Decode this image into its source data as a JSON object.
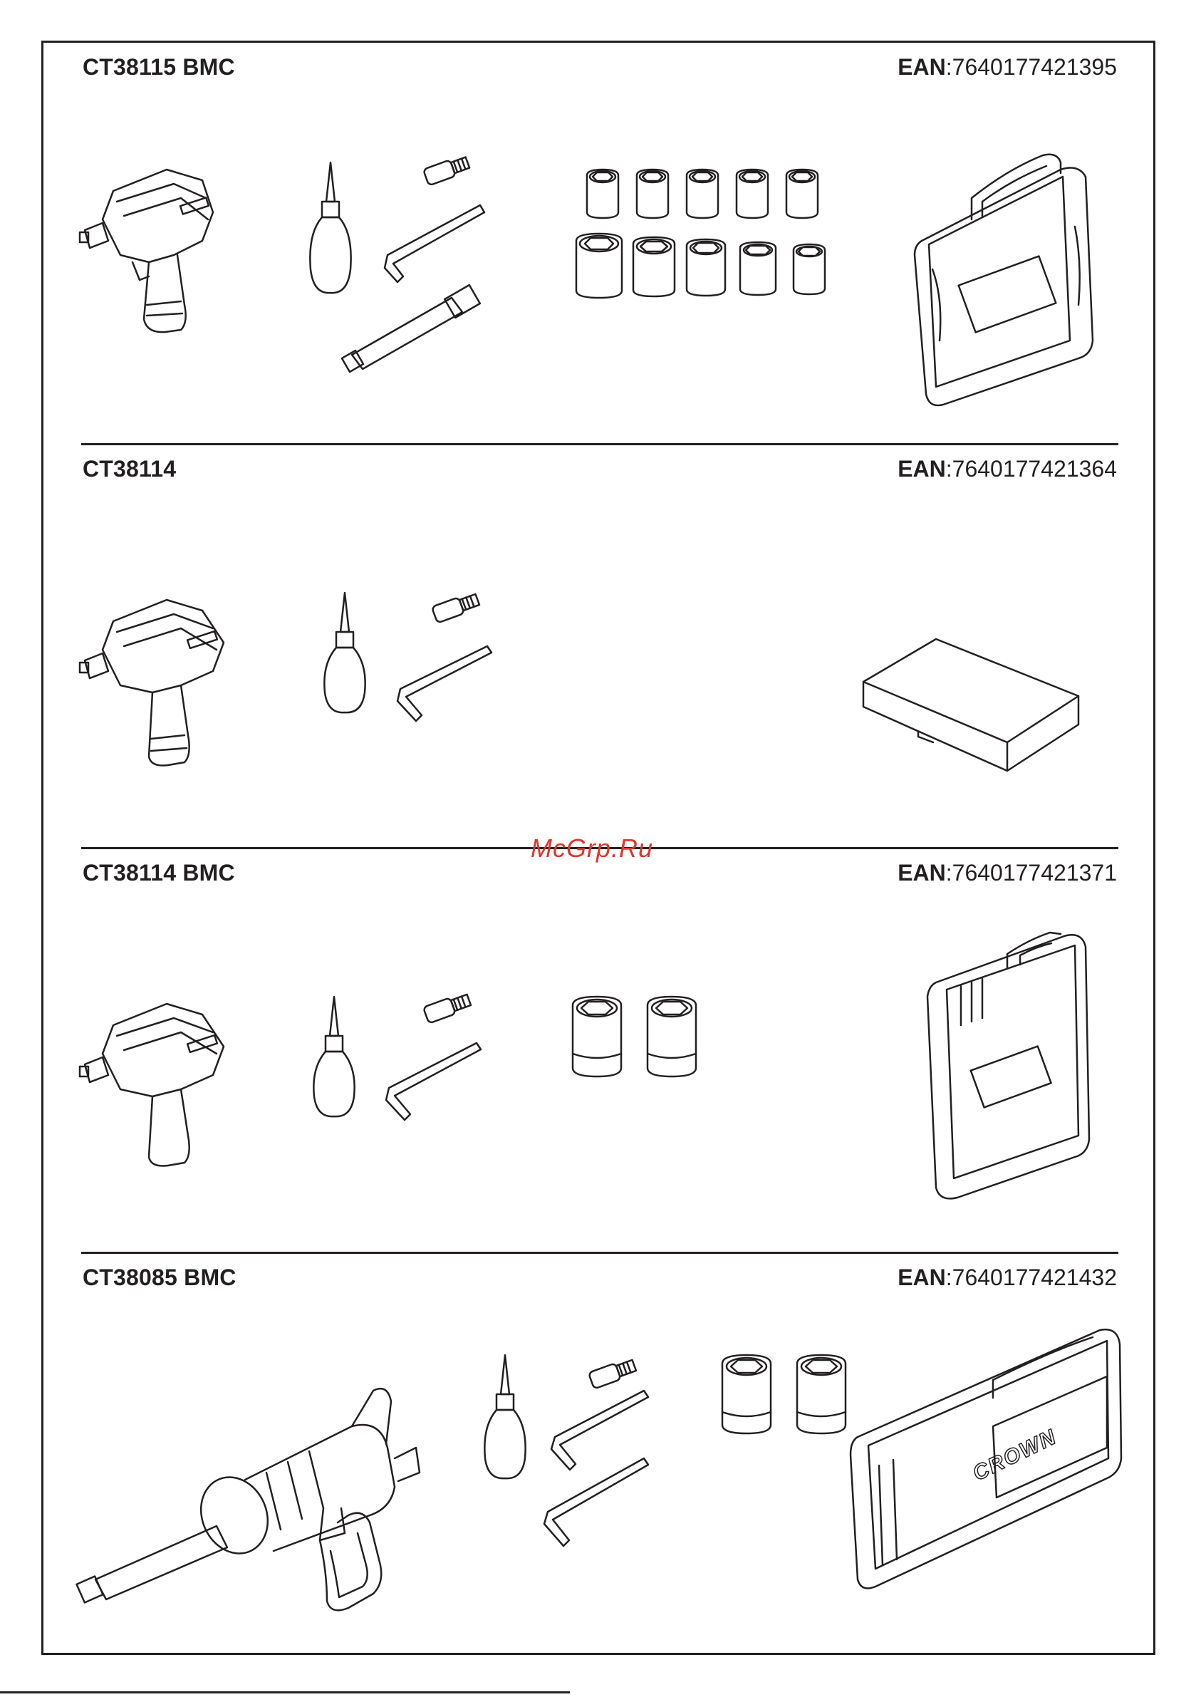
{
  "watermark": "McGrp.Ru",
  "ean_label": "EAN",
  "sections": [
    {
      "model": "CT38115 BMC",
      "ean": ":7640177421395"
    },
    {
      "model": "CT38114",
      "ean": ":7640177421364"
    },
    {
      "model": "CT38114 BMC",
      "ean": ":7640177421371"
    },
    {
      "model": "CT38085 BMC",
      "ean": ":7640177421432"
    }
  ],
  "case_brand": "CROWN"
}
